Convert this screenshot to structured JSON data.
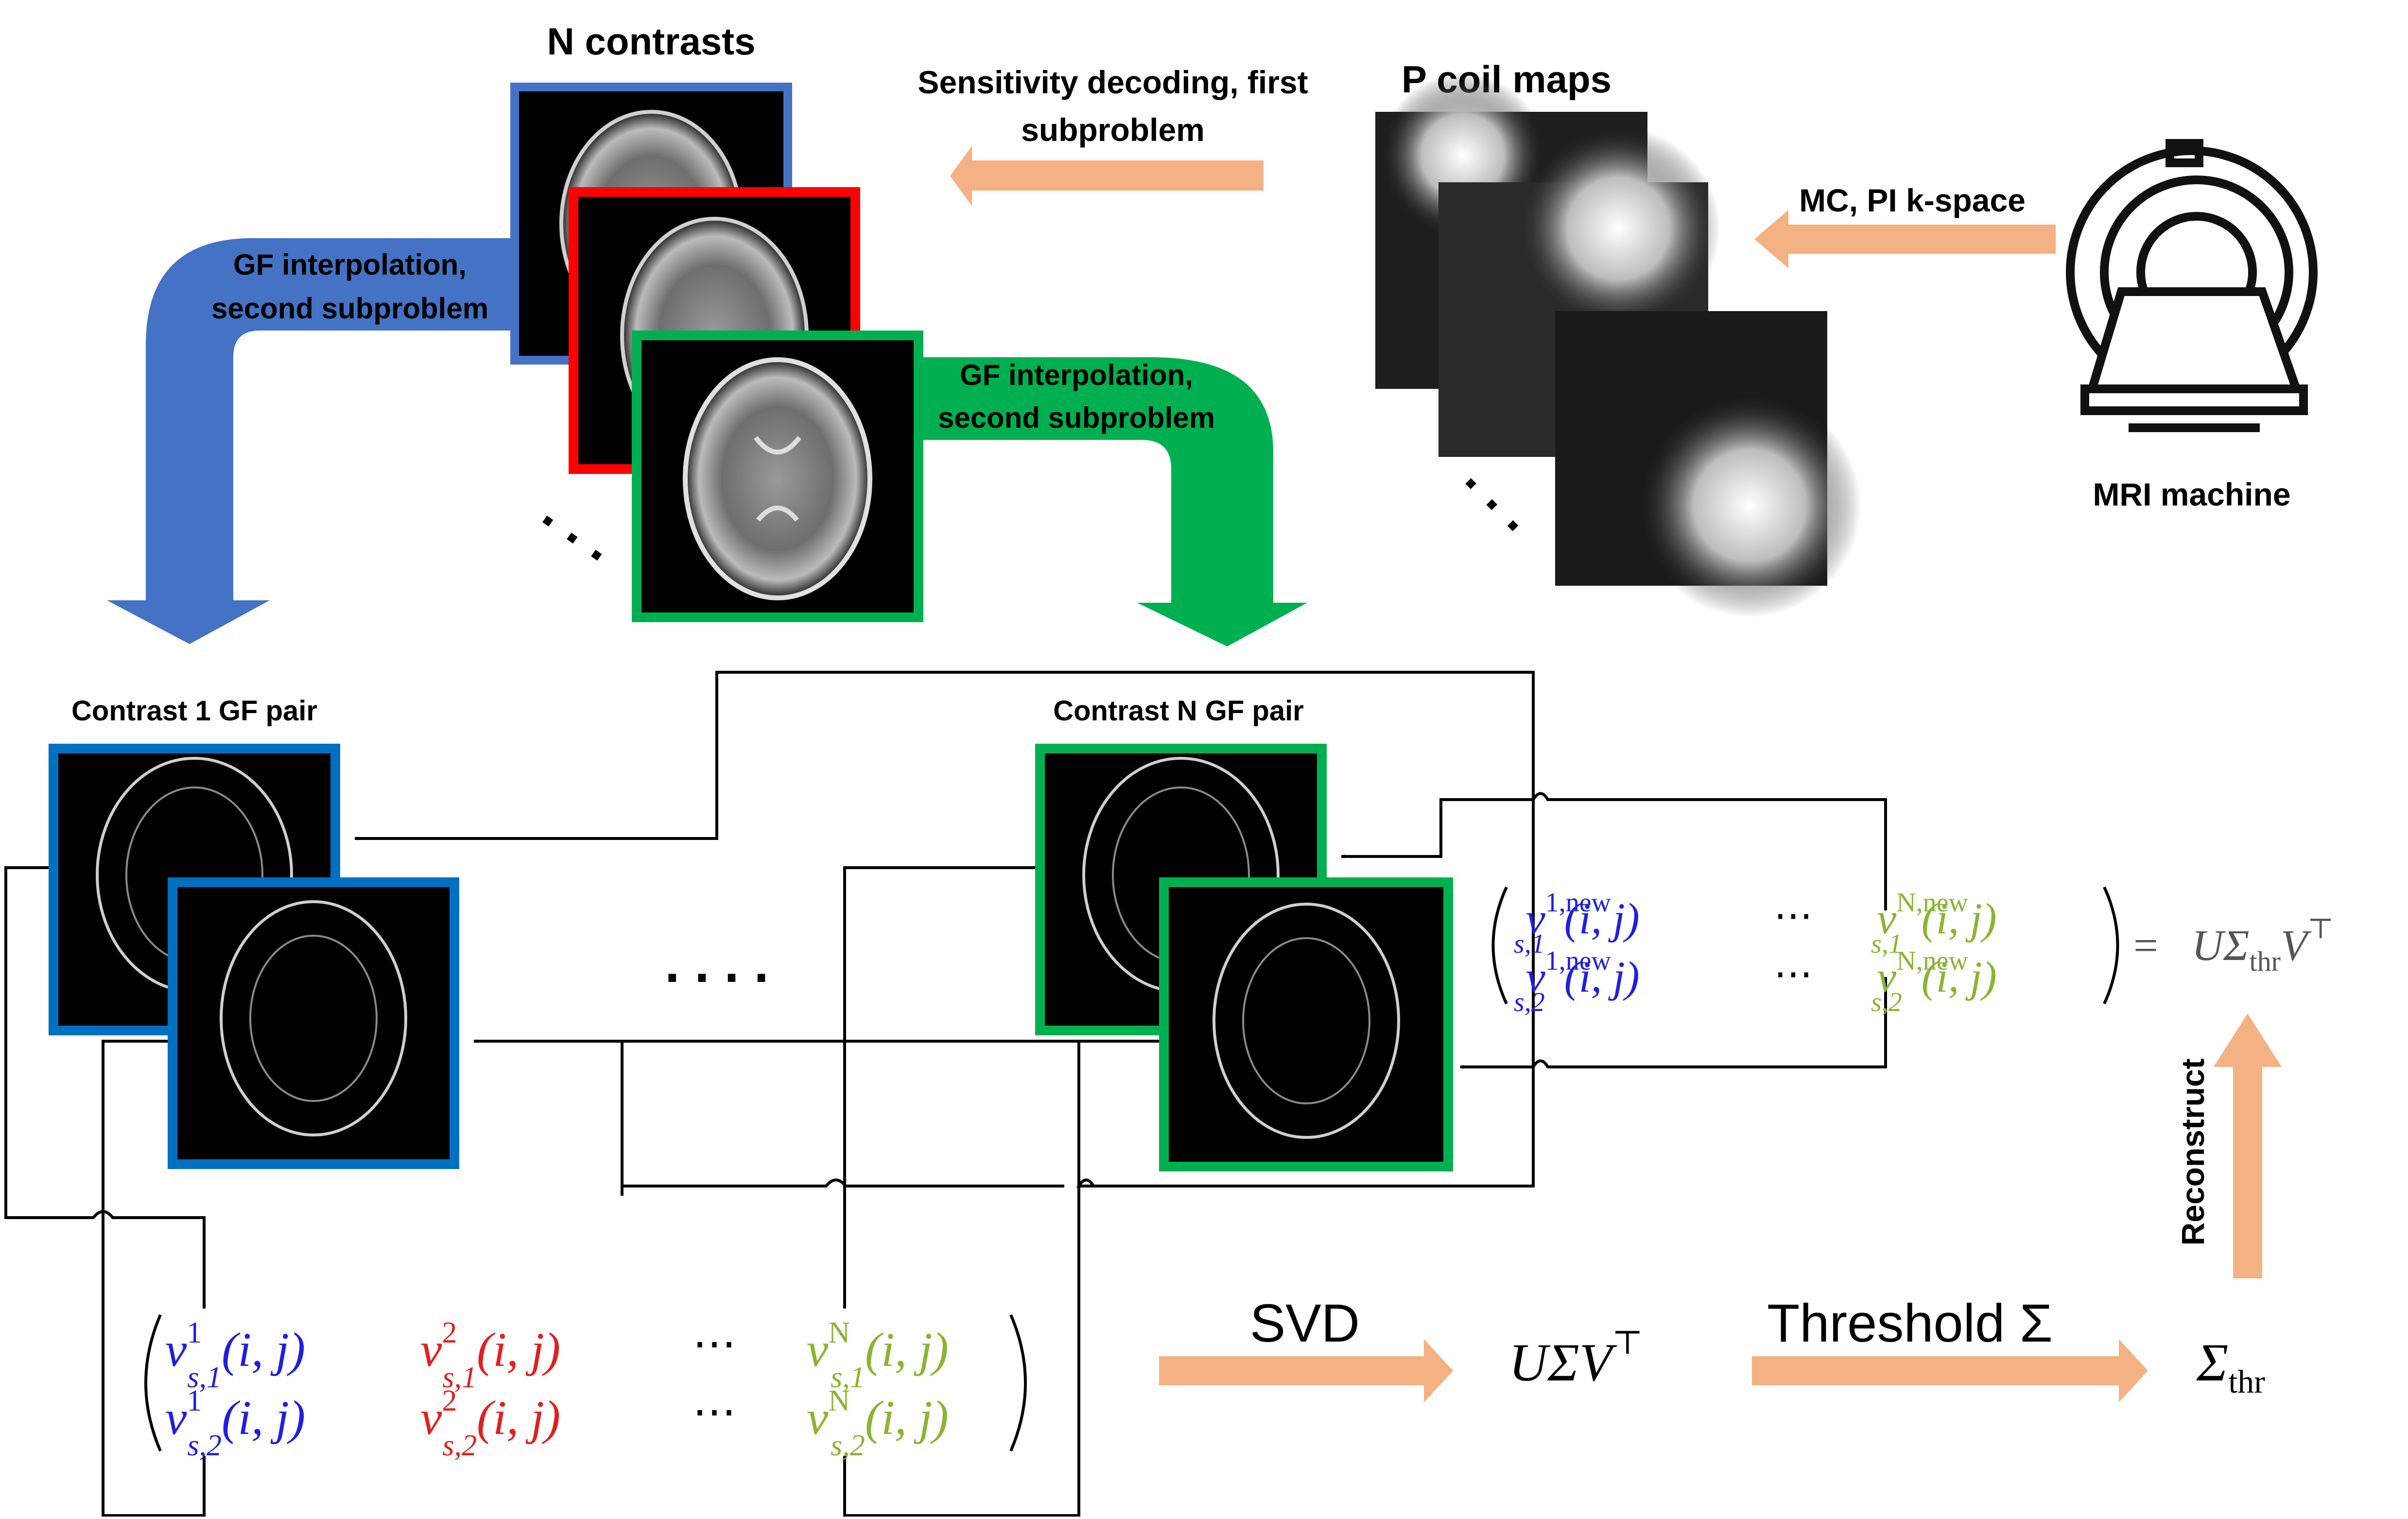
{
  "labels": {
    "n_contrasts": "N contrasts",
    "p_coil_maps": "P coil maps",
    "mri_machine": "MRI machine",
    "sens_decoding_1": "Sensitivity decoding, first",
    "sens_decoding_2": "subproblem",
    "mc_pi": "MC, PI k-space",
    "gf_blue_1": "GF interpolation,",
    "gf_blue_2": "second subproblem",
    "gf_green_1": "GF interpolation,",
    "gf_green_2": "second subproblem",
    "contrast1_pair": "Contrast 1 GF pair",
    "contrastN_pair": "Contrast N GF pair",
    "svd": "SVD",
    "threshold": "Threshold Σ",
    "reconstruct": "Reconstruct",
    "ellipsis_dots": ". . . ."
  },
  "math": {
    "nu": "ν",
    "args": "(i, j)",
    "dots": "⋯",
    "sup_1": "1",
    "sup_2": "2",
    "sup_N": "N",
    "sup_1new": "1,new",
    "sup_Nnew": "N,new",
    "sub_s1": "s,1",
    "sub_s2": "s,2",
    "usv": "UΣV",
    "top": "⊤",
    "eq": "=",
    "u_sigma": "UΣ",
    "thr": "thr",
    "v_top": "V",
    "sigma": "Σ"
  },
  "colors": {
    "blue": "#4472c4",
    "red": "#ff0000",
    "green": "#00b050",
    "peach": "#f4b183",
    "math_blue": "#1f1fdf",
    "math_red": "#e02020",
    "math_green": "#8ab432",
    "gray_text": "#555555"
  },
  "icons": [
    "mri-scanner-icon",
    "brain-scan-image",
    "coil-map-image",
    "gradient-field-image"
  ]
}
